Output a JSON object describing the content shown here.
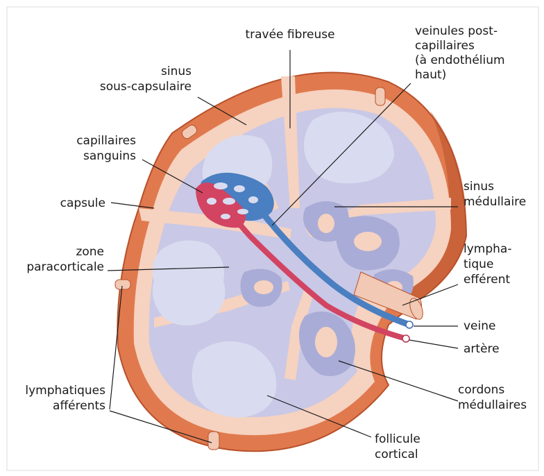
{
  "colors": {
    "capsule": "#e07a4e",
    "capsule_edge": "#b8502a",
    "sinus": "#f6d2c0",
    "cortex_bg": "#c9c8e6",
    "follicle": "#d9dcf0",
    "medulla": "#a9acd6",
    "vein": "#4a7fc1",
    "artery": "#d24462",
    "lymph_vessel": "#f1c9b4"
  },
  "labels": {
    "travee": [
      "travée fibreuse"
    ],
    "veinules": [
      "veinules post-",
      "capillaires",
      "(à endothélium",
      "haut)"
    ],
    "sinus_sous": [
      "sinus",
      "sous-capsulaire"
    ],
    "capillaires": [
      "capillaires",
      "sanguins"
    ],
    "sinus_medullaire": [
      "sinus",
      "médullaire"
    ],
    "capsule": [
      "capsule"
    ],
    "lymph_efferent": [
      "lympha-",
      "tique",
      "efférent"
    ],
    "zone": [
      "zone",
      "paracorticale"
    ],
    "veine": [
      "veine"
    ],
    "artere": [
      "artère"
    ],
    "cordons": [
      "cordons",
      "médullaires"
    ],
    "afferents": [
      "lymphatiques",
      "afférents"
    ],
    "follicule": [
      "follicule",
      "cortical"
    ]
  }
}
